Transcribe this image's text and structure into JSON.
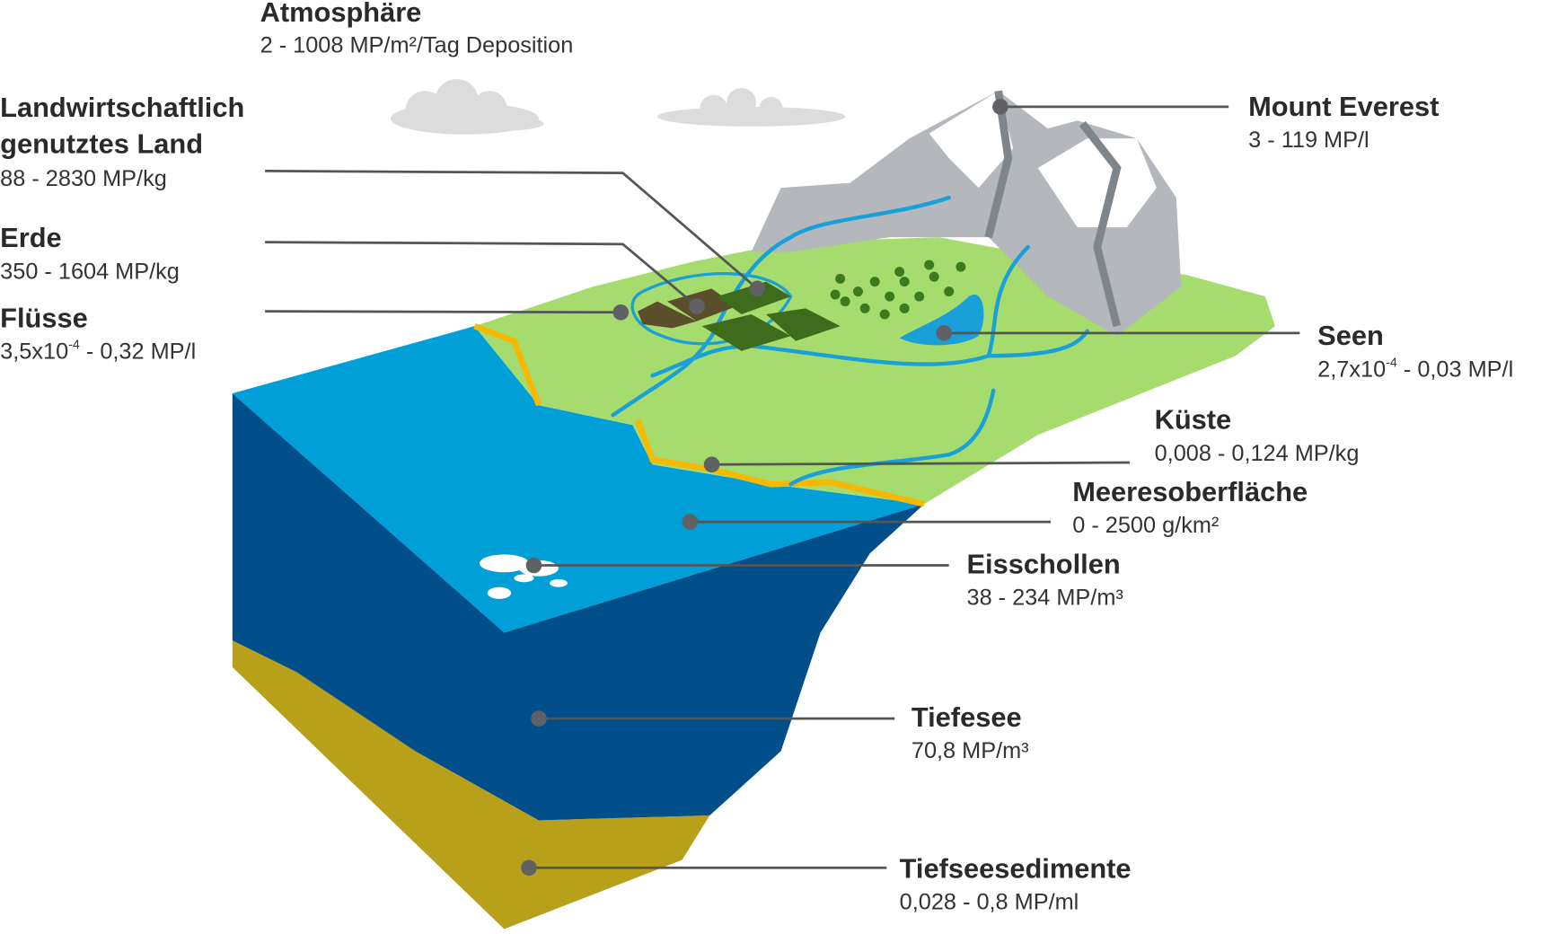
{
  "labels": {
    "atmosphaere": {
      "title": "Atmosphäre",
      "value": "2 - 1008 MP/m²/Tag Deposition"
    },
    "landwirtschaft": {
      "title_line1": "Landwirtschaftlich",
      "title_line2": "genutztes Land",
      "value": "88 - 2830 MP/kg"
    },
    "erde": {
      "title": "Erde",
      "value": "350 - 1604 MP/kg"
    },
    "fluesse": {
      "title": "Flüsse",
      "value_pre": "3,5x10",
      "value_exp": "-4",
      "value_post": " - 0,32 MP/l"
    },
    "everest": {
      "title": "Mount Everest",
      "value": "3 - 119 MP/l"
    },
    "seen": {
      "title": "Seen",
      "value_pre": "2,7x10",
      "value_exp": "-4",
      "value_post": " - 0,03 MP/l"
    },
    "kueste": {
      "title": "Küste",
      "value": "0,008 - 0,124 MP/kg"
    },
    "meeresoberflaeche": {
      "title": "Meeresoberfläche",
      "value": "0 - 2500 g/km²"
    },
    "eisschollen": {
      "title": "Eisschollen",
      "value": "38 - 234 MP/m³"
    },
    "tiefesee": {
      "title": "Tiefesee",
      "value": "70,8 MP/m³"
    },
    "tiefseesedimente": {
      "title": "Tiefseesedimente",
      "value": "0,028 - 0,8 MP/ml"
    }
  },
  "colors": {
    "ocean_surface": "#009fd8",
    "deep_sea": "#004f8b",
    "sediment": "#b8a01a",
    "land": "#a6dc6e",
    "coast": "#f6b800",
    "mountain": "#b4b8bc",
    "field": "#3f6b1c",
    "soil": "#5b4e2a"
  }
}
